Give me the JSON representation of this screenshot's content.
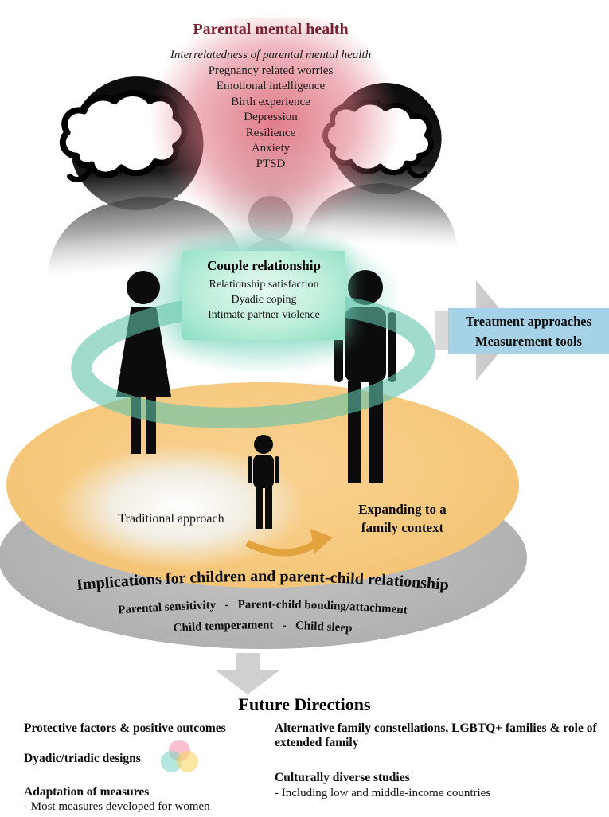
{
  "parental_mental_health": {
    "title": "Parental mental health",
    "items": [
      "Interrelatedness of parental mental health",
      "Pregnancy related worries",
      "Emotional intelligence",
      "Birth experience",
      "Depression",
      "Resilience",
      "Anxiety",
      "PTSD"
    ]
  },
  "couple_relationship": {
    "title": "Couple relationship",
    "items": [
      "Relationship satisfaction",
      "Dyadic coping",
      "Intimate partner violence"
    ]
  },
  "treatment_box": {
    "line1": "Treatment approaches",
    "line2": "Measurement tools"
  },
  "family_context": {
    "traditional_label": "Traditional approach",
    "expanding_label": "Expanding to a family context"
  },
  "implications": {
    "title": "Implications for children and parent-child relationship",
    "row1": "Parental sensitivity  -  Parent-child bonding/attachment",
    "row2": "Child temperament  -  Child sleep"
  },
  "future_directions": {
    "title": "Future Directions",
    "item1": "Protective factors & positive outcomes",
    "item2": "Dyadic/triadic designs",
    "item3": "Adaptation of measures",
    "item3_sub": "- Most measures developed for women",
    "item4": "Alternative family constellations, LGBTQ+ families & role of extended family",
    "item5": "Culturally diverse studies",
    "item5_sub": "- Including low and middle-income countries"
  },
  "icons": {
    "brain": "brain-icon",
    "mother": "mother-silhouette-icon",
    "father": "father-silhouette-icon",
    "child": "child-silhouette-icon",
    "venn": "venn-diagram-icon",
    "right_arrow": "right-arrow-icon",
    "down_arrow": "down-arrow-icon",
    "curved_arrow": "curved-arrow-icon"
  },
  "colors": {
    "title_maroon": "#7a2230",
    "pink_glow": "#e07684",
    "teal_box": "#8adec2",
    "teal_ring": "#63c3ac",
    "blue_box": "#a5d2e6",
    "orange_ellipse": "#f6c87d",
    "gray_ellipse": "#b3b3b3",
    "orange_arrow": "#e2a23e"
  }
}
